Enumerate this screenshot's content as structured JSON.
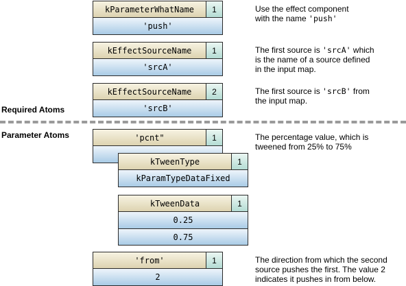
{
  "sections": {
    "required": "Required Atoms",
    "parameter": "Parameter Atoms"
  },
  "atoms": {
    "what_name": {
      "name": "kParameterWhatName",
      "index": "1",
      "values": [
        "'push'"
      ]
    },
    "source_a": {
      "name": "kEffectSourceName",
      "index": "1",
      "values": [
        "'srcA'"
      ]
    },
    "source_b": {
      "name": "kEffectSourceName",
      "index": "2",
      "values": [
        "'srcB'"
      ]
    },
    "pcnt": {
      "name": "'pcnt\"",
      "index": "1",
      "values": [
        ""
      ]
    },
    "tween_type": {
      "name": "kTweenType",
      "index": "1",
      "values": [
        "kParamTypeDataFixed"
      ]
    },
    "tween_data": {
      "name": "kTweenData",
      "index": "1",
      "values": [
        "0.25",
        "0.75"
      ]
    },
    "from": {
      "name": "'from'",
      "index": "1",
      "values": [
        "2"
      ]
    }
  },
  "descriptions": {
    "what_name": {
      "a": "Use the effect component",
      "b": "with the name ",
      "c": "'push'"
    },
    "source_a": {
      "a": "The first source is ",
      "b": "'srcA'",
      "c": " which",
      "d": "is the name of a source defined",
      "e": "in the input map."
    },
    "source_b": {
      "a": "The first source is ",
      "b": "'srcB'",
      "c": " from",
      "d": "the input map."
    },
    "pcnt": {
      "a": "The percentage value, which is",
      "b": "tweened from 25% to 75%"
    },
    "from": {
      "a": "The direction from which the second",
      "b": "source pushes the first. The value 2",
      "c": "indicates it pushes in from below."
    }
  }
}
